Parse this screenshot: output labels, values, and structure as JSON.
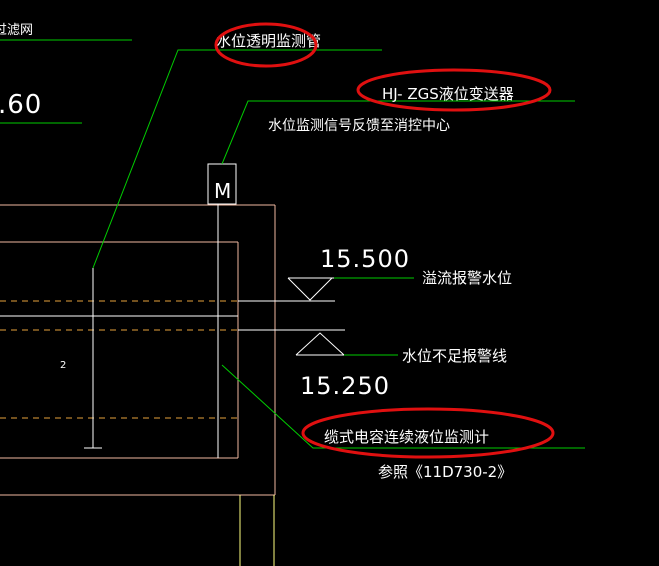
{
  "labels": {
    "top_left_partial": "过滤网",
    "left_elevation_partial": ".60",
    "transparent_tube": "水位透明监测管",
    "transmitter": "HJ- ZGS液位变送器",
    "signal_feedback": "水位监测信号反馈至消控中心",
    "motor_symbol": "M",
    "overflow_elevation": "15.500",
    "overflow_alarm": "溢流报警水位",
    "low_level_alarm": "水位不足报警线",
    "low_elevation": "15.250",
    "small_number": "2",
    "cable_gauge": "缆式电容连续液位监测计",
    "reference": "参照《11D730-2》"
  },
  "colors": {
    "background": "#000000",
    "leader": "#00cc00",
    "text": "#ffffff",
    "tank_outer": "#f0b8a0",
    "tank_inner": "#f0b8a0",
    "water_line": "#e6a23c",
    "ellipse": "#e01010",
    "pipe": "#ffffff",
    "column": "#ffff80"
  }
}
